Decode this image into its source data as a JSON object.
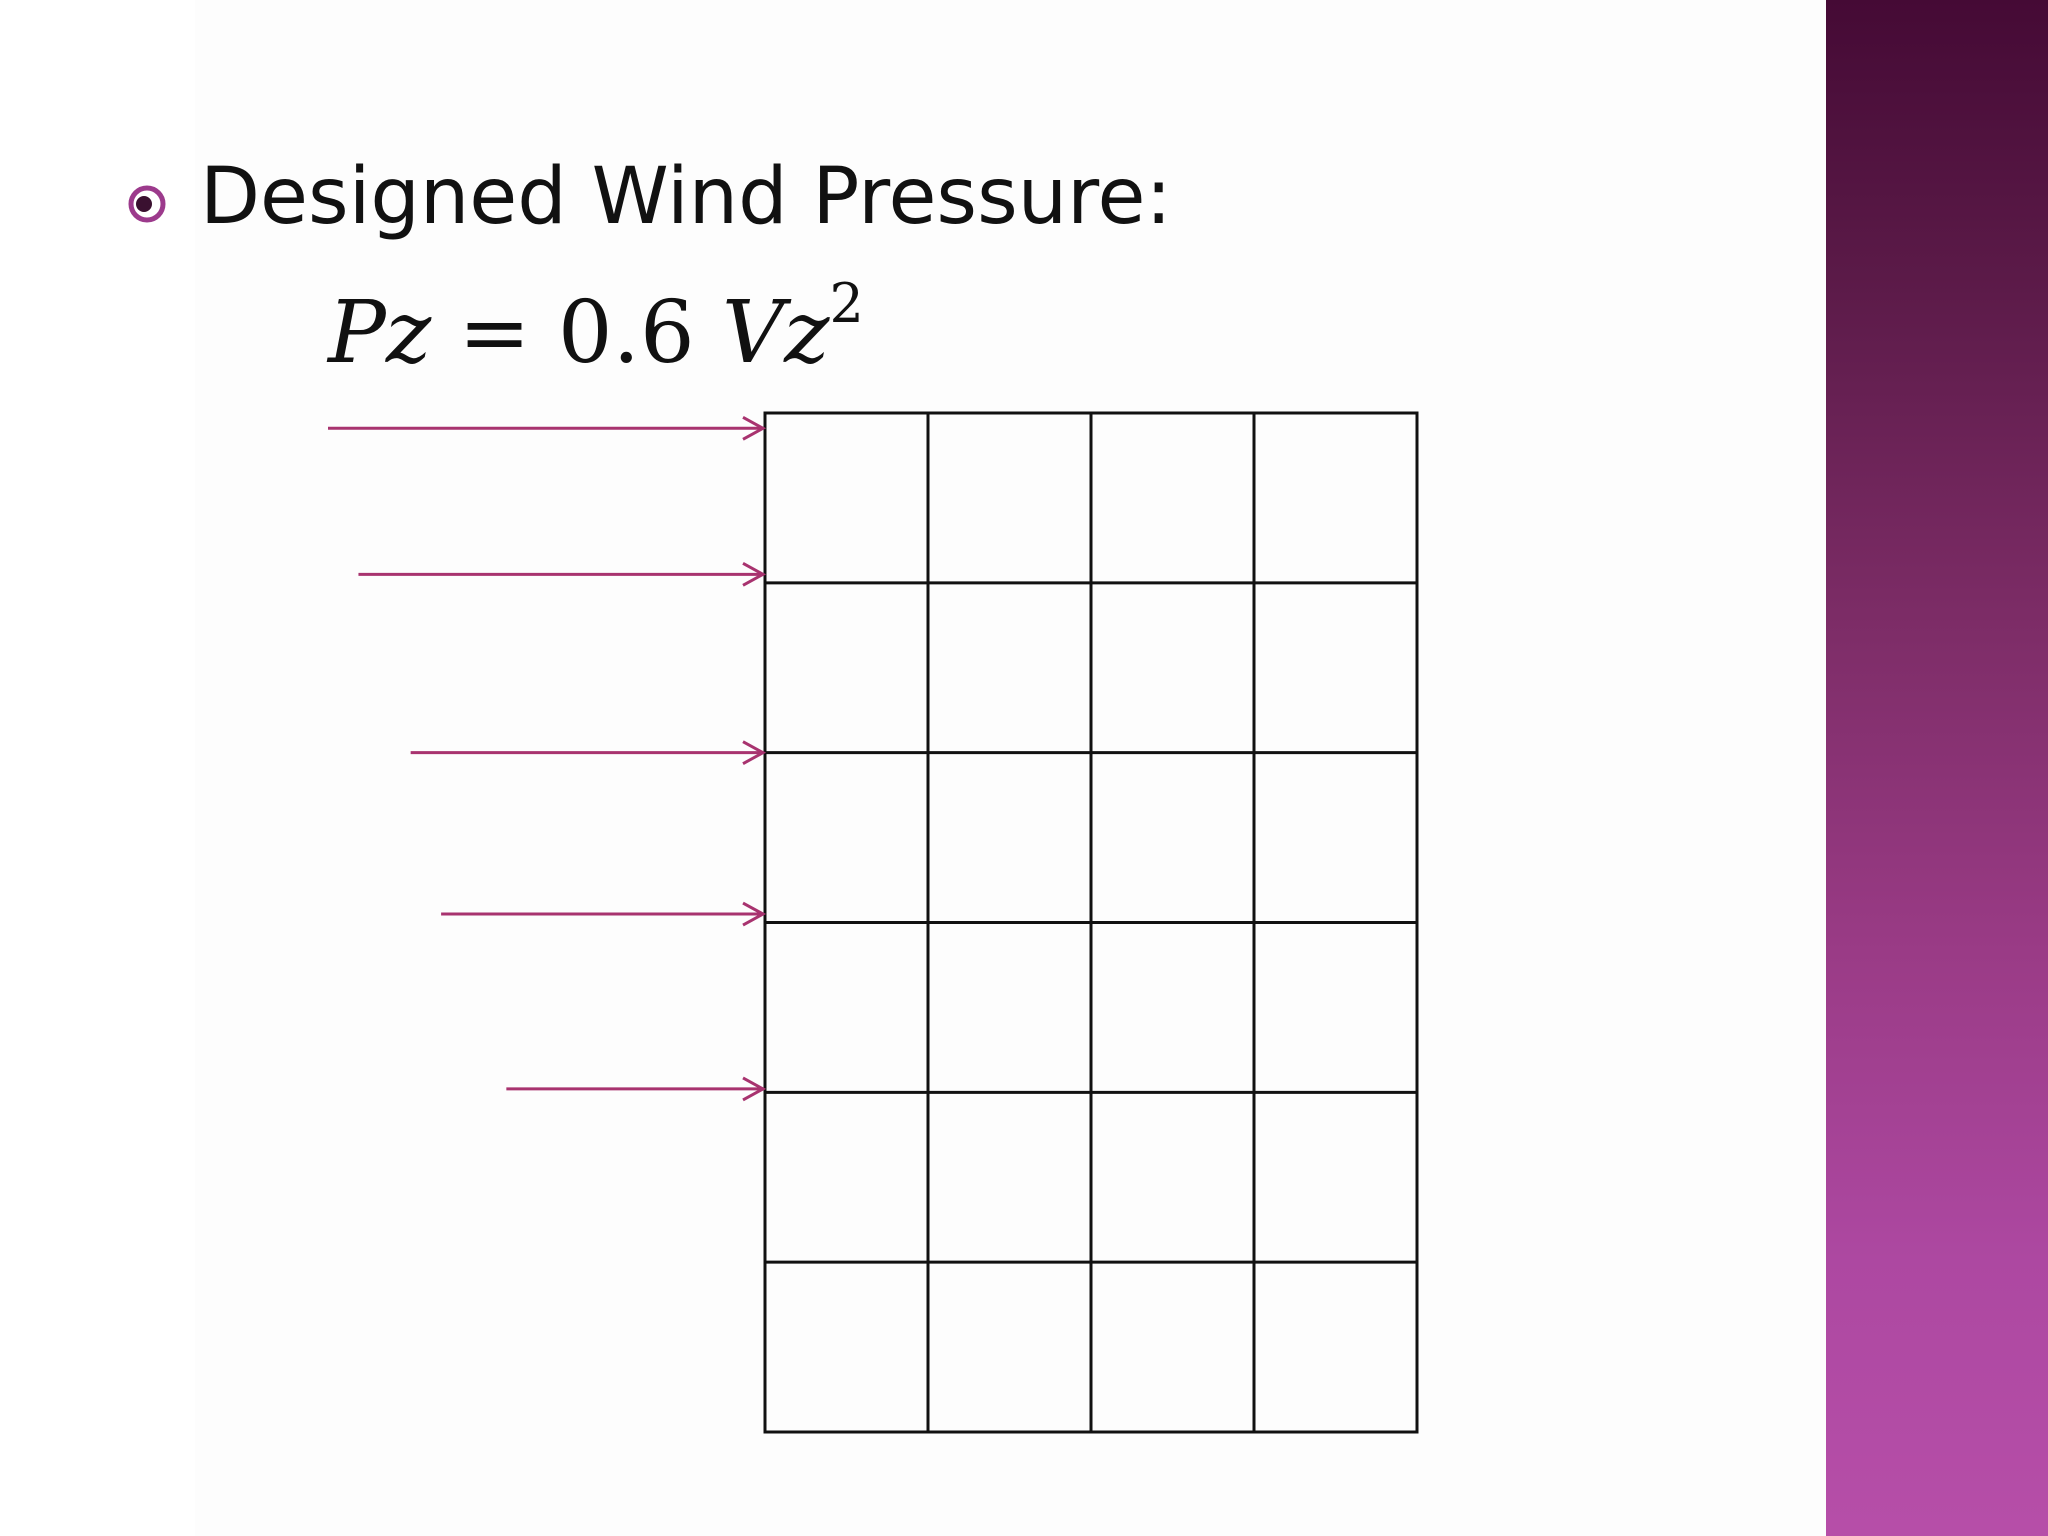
{
  "slide": {
    "heading": "Designed Wind Pressure:",
    "formula": {
      "lhs": "Pz",
      "equals": " = ",
      "coefficient": "0.6",
      "variable": "Vz",
      "exponent": "2"
    }
  },
  "colors": {
    "accent": "#a8336f",
    "grid_line": "#111111",
    "bullet": "#9c3a8c"
  },
  "diagram": {
    "grid": {
      "rows": 6,
      "columns": 4
    },
    "wind_arrows": [
      {
        "row_boundary": 0.09,
        "relative_length": 1.0
      },
      {
        "row_boundary": 0.95,
        "relative_length": 0.93
      },
      {
        "row_boundary": 2.0,
        "relative_length": 0.81
      },
      {
        "row_boundary": 2.95,
        "relative_length": 0.74
      },
      {
        "row_boundary": 3.98,
        "relative_length": 0.59
      }
    ]
  }
}
